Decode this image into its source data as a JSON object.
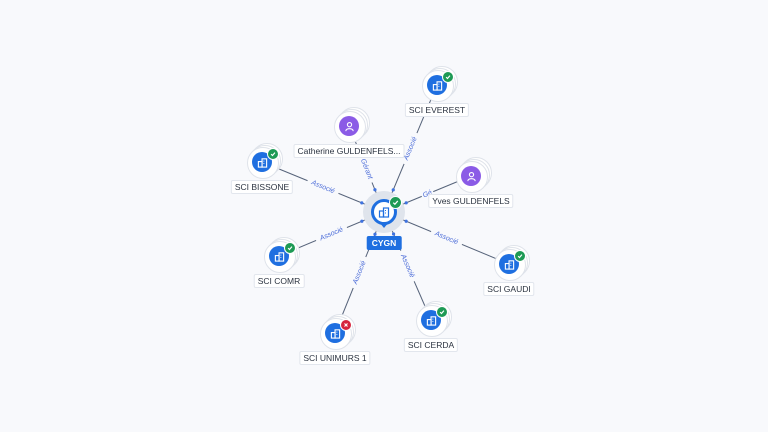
{
  "center": {
    "label": "CYGN",
    "icon": "building-icon",
    "status": "active"
  },
  "nodes": [
    {
      "id": "everest",
      "label": "SCI EVEREST",
      "kind": "company",
      "status": "active"
    },
    {
      "id": "catherine",
      "label": "Catherine GULDENFELS...",
      "kind": "person",
      "status": "none"
    },
    {
      "id": "bissone",
      "label": "SCI BISSONE",
      "kind": "company",
      "status": "active"
    },
    {
      "id": "yves",
      "label": "Yves GULDENFELS",
      "kind": "person",
      "status": "none"
    },
    {
      "id": "comr",
      "label": "SCI COMR",
      "kind": "company",
      "status": "active"
    },
    {
      "id": "gaudi",
      "label": "SCI GAUDI",
      "kind": "company",
      "status": "active"
    },
    {
      "id": "unimurs",
      "label": "SCI UNIMURS 1",
      "kind": "company",
      "status": "closed"
    },
    {
      "id": "cerda",
      "label": "SCI CERDA",
      "kind": "company",
      "status": "active"
    }
  ],
  "edges": [
    {
      "to": "everest",
      "label": "Associé"
    },
    {
      "to": "catherine",
      "label": "Gérant"
    },
    {
      "to": "bissone",
      "label": "Associé"
    },
    {
      "to": "yves",
      "label": "Gé"
    },
    {
      "to": "comr",
      "label": "Associé"
    },
    {
      "to": "gaudi",
      "label": "Associé"
    },
    {
      "to": "unimurs",
      "label": "Associé"
    },
    {
      "to": "cerda",
      "label": "Associé"
    }
  ],
  "colors": {
    "company": "#1f6fe0",
    "person": "#8b5be6",
    "active": "#1e9a55",
    "closed": "#d6243d",
    "edge_label": "#4a6bd8"
  }
}
